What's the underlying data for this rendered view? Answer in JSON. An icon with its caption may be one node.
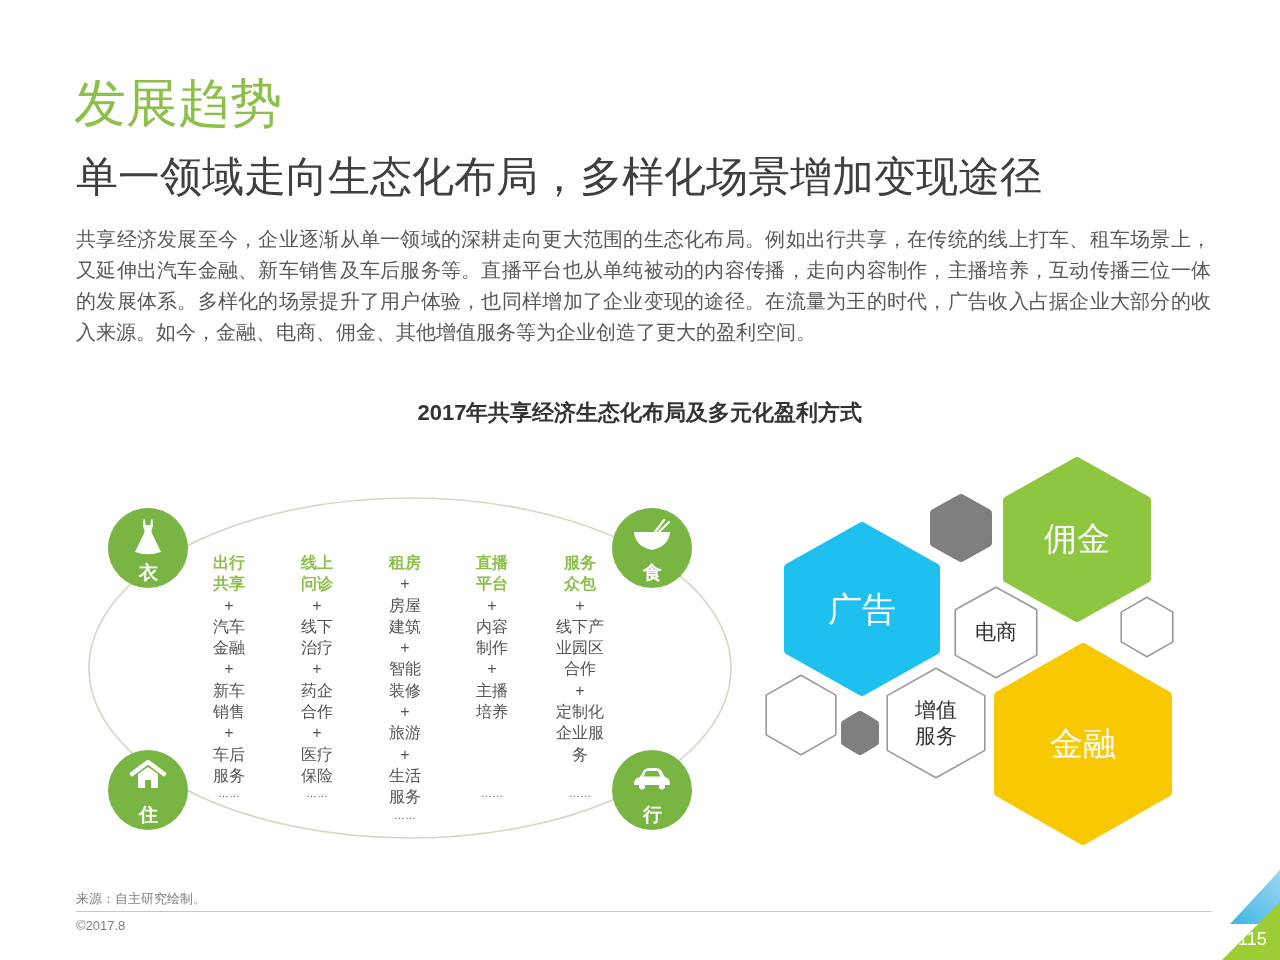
{
  "diagram": {
    "title": "发展趋势",
    "nodes": [
      {
        "text": [
          "出行共享",
          "+",
          "汽车金融",
          "+",
          "新车销售",
          "+",
          "车后服务",
          "……",
          "线上问诊",
          "+",
          "线下治疗",
          "+",
          "药企合作",
          "+",
          "医疗保险",
          "……",
          "租房",
          "+",
          "房屋建筑",
          "+",
          "智能装修",
          "+",
          "旅游",
          "+",
          "生活服务",
          "……",
          "直播平台",
          "+",
          "内容制作",
          "+",
          "主播培养",
          "……",
          "服务众包",
          "+",
          "线下产业园区合作",
          "+",
          "定制化企业服务",
          "……"
        ]
      },
      {
        "text": [
          "衣"
        ]
      },
      {
        "text": [
          "食"
        ]
      },
      {
        "text": [
          "住"
        ]
      },
      {
        "text": [
          "行"
        ]
      },
      {
        "text": [],
        "shape": "hexagon"
      },
      {
        "text": [
          "佣金"
        ]
      },
      {
        "text": [
          "广告"
        ]
      },
      {
        "text": [
          "电商"
        ]
      },
      {
        "text": [],
        "shape": "hexagon"
      },
      {
        "text": [],
        "shape": "hexagon"
      },
      {
        "text": [
          "增值服务"
        ]
      },
      {
        "text": [],
        "shape": "hexagon"
      },
      {
        "text": [
          "金融"
        ]
      }
    ],
    "labels": [
      "单一领域走向生态化布局，多样化场景增加变现途径",
      "共享经济发展至今，企业逐渐从单一领域的深耕走向更大范围的生态化布局。例如出行共享，在传统的线上打车、租车场景上，又延伸出汽车金融、新车销售及车后服务等。直播平台也从单纯被动的内容传播，走向内容制作，主播培养，互动传播三位一体的发展体系。多样化的场景提升了用户体验，也同样增加了企业变现的途径。在流量为王的时代，广告收入占据企业大部分的收入来源。如今，金融、电商、佣金、其他增值服务等为企业创造了更大的盈利空间。",
      "2017年共享经济生态化布局及多元化盈利方式",
      "来源：自主研究绘制。",
      "©2017.8",
      "115"
    ]
  }
}
